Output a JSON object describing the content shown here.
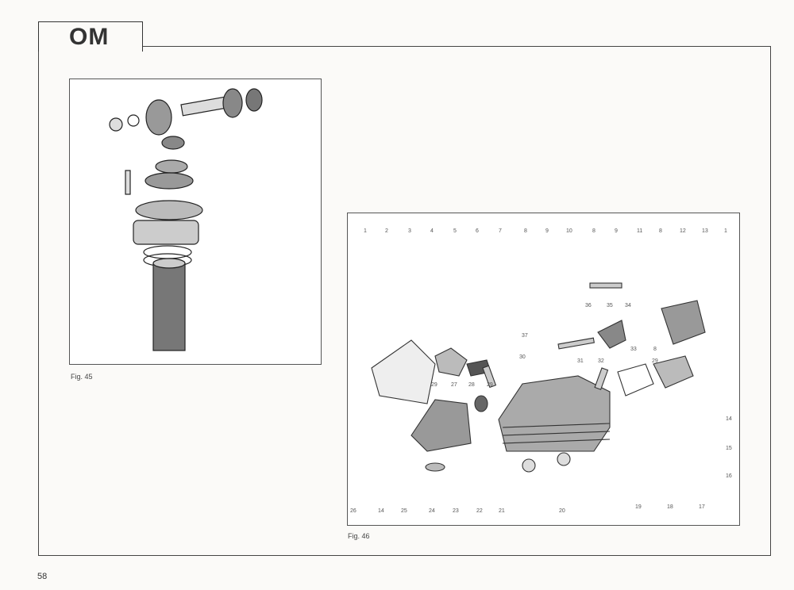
{
  "header": {
    "section": "OM"
  },
  "figures": [
    {
      "caption": "Fig. 45"
    },
    {
      "caption": "Fig. 46",
      "top_labels": [
        "1",
        "2",
        "3",
        "4",
        "5",
        "6",
        "7",
        "8",
        "9",
        "10",
        "8",
        "9",
        "11",
        "8",
        "12",
        "13",
        "1"
      ],
      "inner_labels": [
        "36",
        "35",
        "34",
        "33",
        "8",
        "37",
        "30",
        "31",
        "32",
        "29",
        "29",
        "27",
        "28",
        "29"
      ],
      "right_labels": [
        "14",
        "15",
        "16"
      ],
      "bottom_labels": [
        "26",
        "14",
        "25",
        "24",
        "23",
        "22",
        "21",
        "20",
        "19",
        "18",
        "17"
      ]
    }
  ],
  "footer": {
    "page_number": "58"
  }
}
